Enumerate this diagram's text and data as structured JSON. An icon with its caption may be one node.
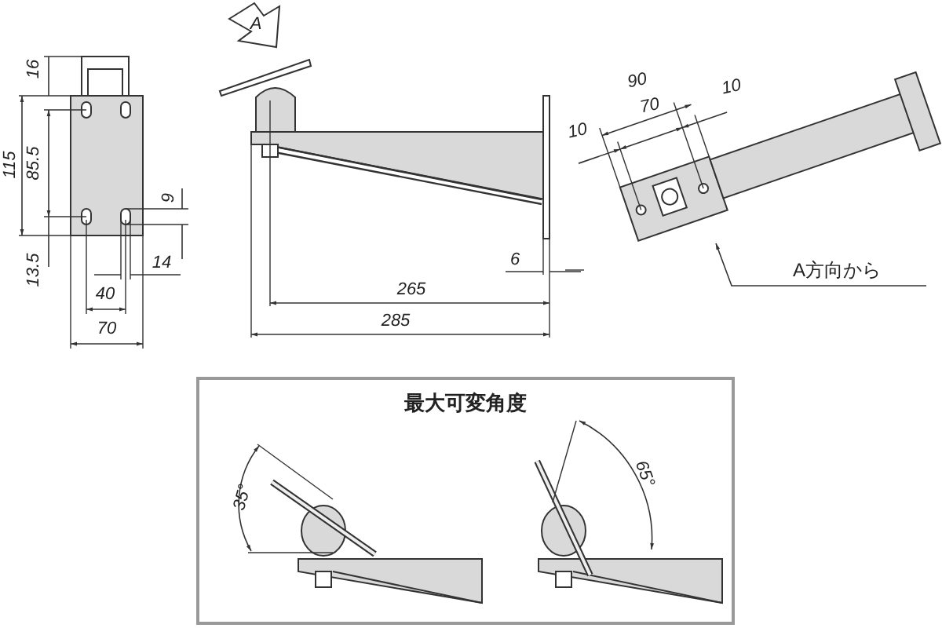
{
  "diagram": {
    "nodes": [
      {
        "text": [
          "最大可変角度"
        ]
      }
    ],
    "edges": [],
    "labels": [
      "16",
      "115",
      "85.5",
      "13.5",
      "9",
      "14",
      "40",
      "70",
      "A",
      "265",
      "285",
      "6",
      "90",
      "70",
      "10",
      "10",
      "A方向から",
      "35°",
      "65°"
    ]
  }
}
